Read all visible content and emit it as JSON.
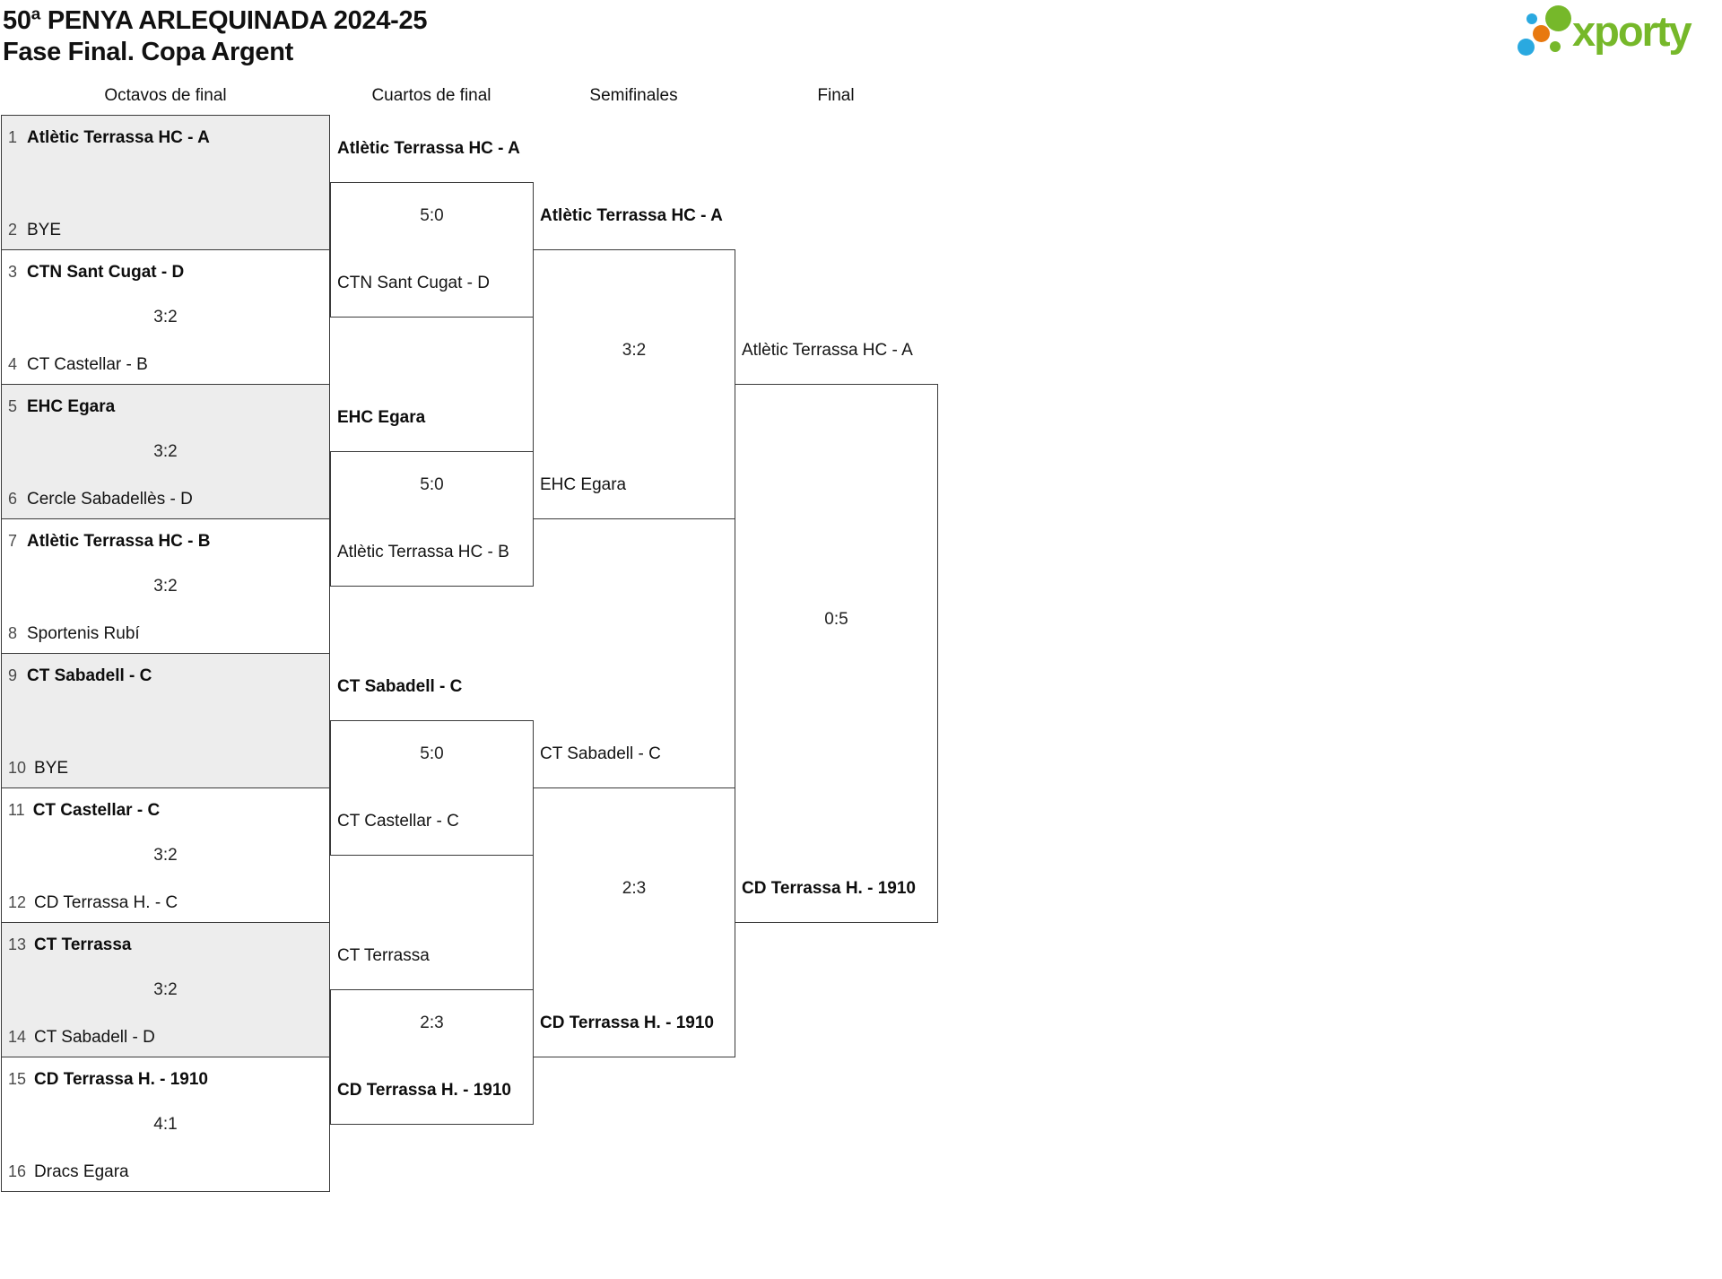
{
  "title": {
    "line1": "50ª PENYA ARLEQUINADA 2024-25",
    "line2": "Fase Final. Copa Argent"
  },
  "logo": {
    "brand": "xporty",
    "colors": {
      "green": "#76b82a",
      "blue": "#2aa9e0",
      "orange": "#e8790f"
    }
  },
  "round_headers": {
    "r16": "Octavos de final",
    "qf": "Cuartos de final",
    "sf": "Semifinales",
    "final": "Final"
  },
  "rounds": {
    "r16": {
      "matches": [
        {
          "seat1": "1",
          "team1": "Atlètic Terrassa HC - A",
          "score": "",
          "seat2": "2",
          "team2": "BYE"
        },
        {
          "seat1": "3",
          "team1": "CTN Sant Cugat - D",
          "score": "3:2",
          "seat2": "4",
          "team2": "CT Castellar - B"
        },
        {
          "seat1": "5",
          "team1": "EHC Egara",
          "score": "3:2",
          "seat2": "6",
          "team2": "Cercle Sabadellès - D"
        },
        {
          "seat1": "7",
          "team1": "Atlètic Terrassa HC - B",
          "score": "3:2",
          "seat2": "8",
          "team2": "Sportenis Rubí"
        },
        {
          "seat1": "9",
          "team1": "CT Sabadell - C",
          "score": "",
          "seat2": "10",
          "team2": "BYE"
        },
        {
          "seat1": "11",
          "team1": "CT Castellar - C",
          "score": "3:2",
          "seat2": "12",
          "team2": "CD Terrassa H. - C"
        },
        {
          "seat1": "13",
          "team1": "CT Terrassa",
          "score": "3:2",
          "seat2": "14",
          "team2": "CT Sabadell - D"
        },
        {
          "seat1": "15",
          "team1": "CD Terrassa H. - 1910",
          "score": "4:1",
          "seat2": "16",
          "team2": "Dracs Egara"
        }
      ]
    },
    "qf": {
      "matches": [
        {
          "team1": "Atlètic Terrassa HC - A",
          "score": "5:0",
          "team2": "CTN Sant Cugat - D"
        },
        {
          "team1": "EHC Egara",
          "score": "5:0",
          "team2": "Atlètic Terrassa HC - B"
        },
        {
          "team1": "CT Sabadell - C",
          "score": "5:0",
          "team2": "CT Castellar - C"
        },
        {
          "team1": "CT Terrassa",
          "score": "2:3",
          "team2": "CD Terrassa H. - 1910"
        }
      ]
    },
    "sf": {
      "matches": [
        {
          "team1": "Atlètic Terrassa HC - A",
          "score": "3:2",
          "team2": "EHC Egara"
        },
        {
          "team1": "CT Sabadell - C",
          "score": "2:3",
          "team2": "CD Terrassa H. - 1910"
        }
      ]
    },
    "final": {
      "matches": [
        {
          "team1": "Atlètic Terrassa HC - A",
          "score": "0:5",
          "team2": "CD Terrassa H. - 1910"
        }
      ]
    }
  }
}
